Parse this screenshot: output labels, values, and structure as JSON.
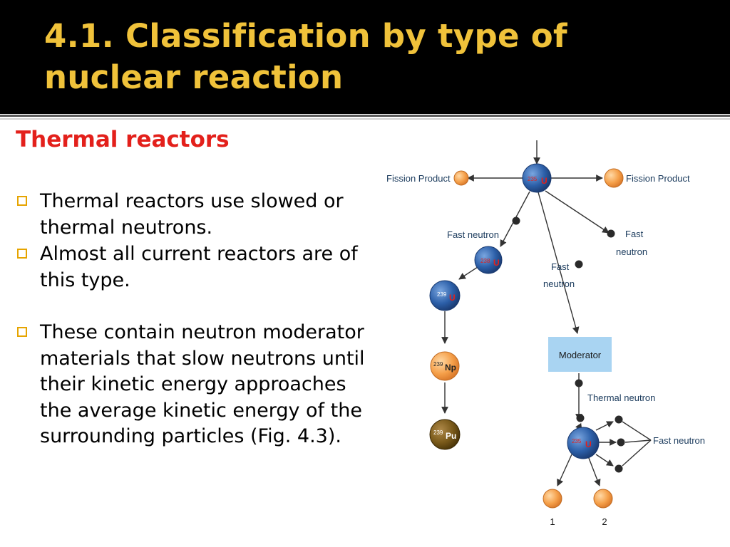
{
  "slide": {
    "title": "4.1. Classification by type of nuclear reaction",
    "subtitle": "Thermal reactors",
    "bullets": [
      "Thermal reactors use slowed or thermal neutrons.",
      " Almost all current reactors are of this type.",
      "These contain neutron moderator materials that slow neutrons until their kinetic energy approaches the average kinetic energy of the surrounding particles (Fig. 4.3)."
    ]
  },
  "diagram": {
    "labels": {
      "fission_product_left": "Fission Product",
      "fission_product_right": "Fission Product",
      "fast_neutron_left": "Fast neutron",
      "fast_neutron_right_1": "Fast",
      "fast_neutron_right_2": "neutron",
      "fast_neutron_mid_1": "Fast",
      "fast_neutron_mid_2": "neutron",
      "moderator": "Moderator",
      "thermal_neutron": "Thermal neutron",
      "fast_neutron_bottom": "Fast neutron",
      "product_1": "1",
      "product_2": "2"
    },
    "nuclei": {
      "u235_top": {
        "mass": "235",
        "symbol": "U"
      },
      "u238": {
        "mass": "238",
        "symbol": "U"
      },
      "u239": {
        "mass": "239",
        "symbol": "U"
      },
      "np239": {
        "mass": "239",
        "symbol": "Np"
      },
      "pu239": {
        "mass": "239",
        "symbol": "Pu"
      },
      "u235_bottom": {
        "mass": "235",
        "symbol": "U"
      }
    },
    "colors": {
      "nucleus_blue": "#2c5fa8",
      "fission_orange": "#f5a04a",
      "neptunium_orange": "#f39a3a",
      "plutonium_brown": "#7a5a1a",
      "neutron": "#2a2a2a",
      "moderator_fill": "#a9d4f2",
      "label_mass": "#e3201b"
    }
  }
}
